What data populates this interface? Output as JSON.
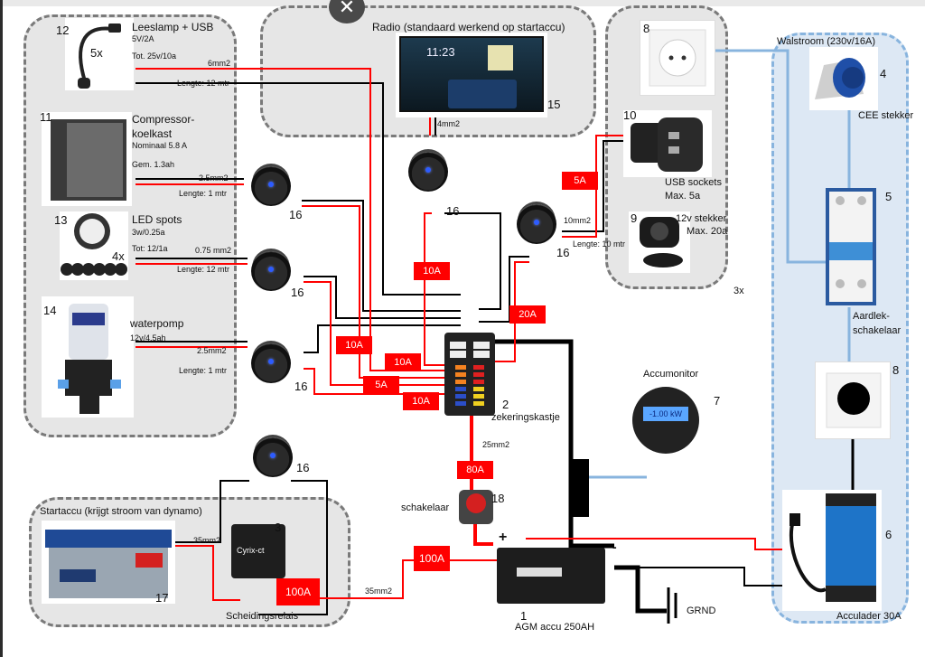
{
  "groups": {
    "consumers": {},
    "radio": {
      "title": "Radio (standaard werkend op startaccu)"
    },
    "sockets": {
      "multiplier": "3x"
    },
    "shore_power": {
      "title": "Walstroom (230v/16A)"
    },
    "start_battery": {
      "title": "Startaccu (krijgt stroom van dynamo)"
    }
  },
  "components": {
    "reading_lamp": {
      "number": "12",
      "name": "Leeslamp + USB",
      "spec": "5V/2A",
      "count": "5x",
      "total": "Tot. 25v/10a",
      "wire": "6mm2",
      "length": "Lengte: 12 mtr"
    },
    "fridge": {
      "number": "11",
      "name_line1": "Compressor-",
      "name_line2": "koelkast",
      "spec": "Nominaal 5.8 A",
      "avg": "Gem. 1.3ah",
      "wire": "2.5mm2",
      "length": "Lengte: 1 mtr"
    },
    "led_spots": {
      "number": "13",
      "name": "LED spots",
      "spec": "3w/0.25a",
      "total": "Tot: 12/1a",
      "count": "4x",
      "wire": "0.75 mm2",
      "length": "Lengte: 12 mtr"
    },
    "water_pump": {
      "number": "14",
      "name": "waterpomp",
      "spec": "12v/4.5ah",
      "wire": "2.5mm2",
      "length": "Lengte: 1 mtr"
    },
    "radio": {
      "number": "15",
      "wire": "4mm2",
      "screen_time": "11:23"
    },
    "socket_230v": {
      "number": "8"
    },
    "usb_sockets": {
      "number": "10",
      "name": "USB sockets",
      "spec": "Max. 5a"
    },
    "socket_12v": {
      "number": "9",
      "name": "12v stekker",
      "spec": "Max. 20a",
      "wire": "10mm2",
      "length": "Lengte: 10 mtr"
    },
    "cee_plug": {
      "number": "4",
      "name": "CEE stekker"
    },
    "rcd": {
      "number": "5",
      "name_line1": "Aardlek-",
      "name_line2": "schakelaar"
    },
    "socket_230v_2": {
      "number": "8"
    },
    "charger": {
      "number": "6",
      "name": "Acculader 30A"
    },
    "battery_monitor": {
      "number": "7",
      "name": "Accumonitor",
      "display": "-1.00 kW"
    },
    "fuse_box": {
      "number": "2",
      "name": "zekeringskastje"
    },
    "main_switch": {
      "number": "18",
      "name": "schakelaar"
    },
    "agm_battery": {
      "number": "1",
      "name": "AGM accu 250AH",
      "plus": "+",
      "minus": "-"
    },
    "ground": {
      "name": "GRND"
    },
    "start_battery": {
      "number": "17"
    },
    "isolation_relay": {
      "number": "3",
      "name": "Scheidingsrelais",
      "brand": "Cyrix-ct"
    },
    "switch_label": "16"
  },
  "fuses": {
    "radio": "10A",
    "sockets": "5A",
    "sockets_main": "20A",
    "lamp": "10A",
    "fridge": "10A",
    "spots": "5A",
    "pump": "10A",
    "main": "80A",
    "main_wire": "25mm2",
    "relay": "100A",
    "battery": "100A",
    "relay_wire": "35mm2",
    "battery_wire": "35mm2"
  },
  "colors": {
    "positive": "#ff0000",
    "negative": "#000000",
    "ac": "#88b4de"
  }
}
